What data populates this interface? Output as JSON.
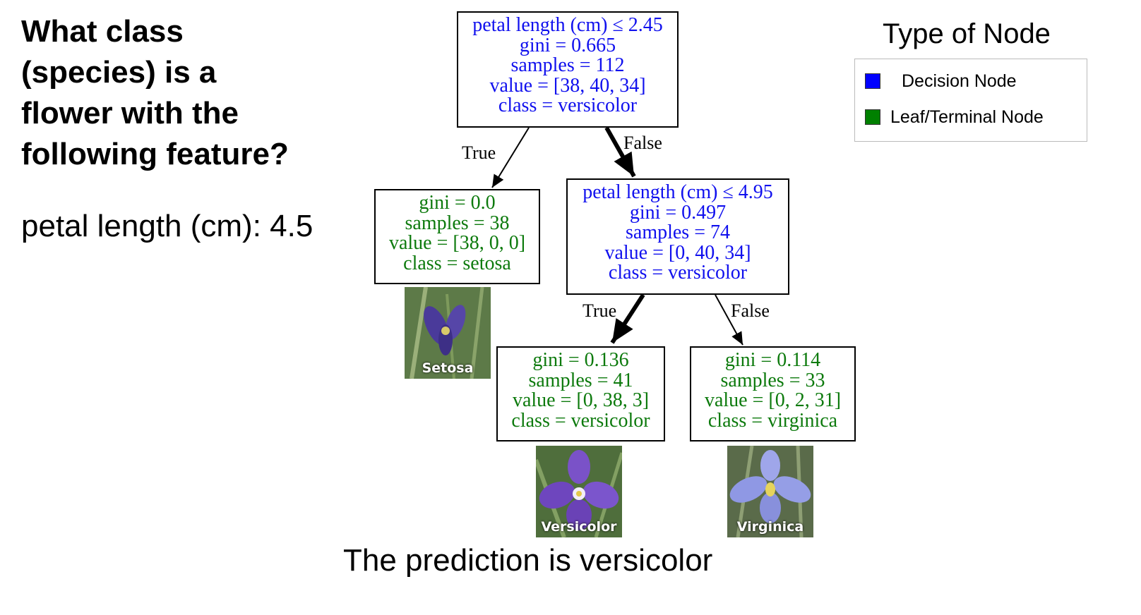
{
  "question": {
    "lines": [
      "What class",
      "(species) is a",
      "flower with the",
      "following feature?"
    ],
    "feature": "petal length (cm): 4.5"
  },
  "tree": {
    "root": [
      "petal length (cm) ≤ 2.45",
      "gini = 0.665",
      "samples = 112",
      "value = [38, 40, 34]",
      "class = versicolor"
    ],
    "setosa_leaf": [
      "gini = 0.0",
      "samples = 38",
      "value = [38, 0, 0]",
      "class = setosa"
    ],
    "inner": [
      "petal length (cm) ≤ 4.95",
      "gini = 0.497",
      "samples = 74",
      "value = [0, 40, 34]",
      "class = versicolor"
    ],
    "versicolor_leaf": [
      "gini = 0.136",
      "samples = 41",
      "value = [0, 38, 3]",
      "class = versicolor"
    ],
    "virginica_leaf": [
      "gini = 0.114",
      "samples = 33",
      "value = [0, 2, 31]",
      "class = virginica"
    ],
    "edge_labels": {
      "root_true": "True",
      "root_false": "False",
      "inner_true": "True",
      "inner_false": "False"
    }
  },
  "images": {
    "setosa": "Setosa",
    "versicolor": "Versicolor",
    "virginica": "Virginica"
  },
  "legend": {
    "title": "Type of Node",
    "decision": "Decision Node",
    "leaf": "Leaf/Terminal Node",
    "decision_color": "#0000ff",
    "leaf_color": "#008000"
  },
  "prediction": "The prediction is versicolor"
}
